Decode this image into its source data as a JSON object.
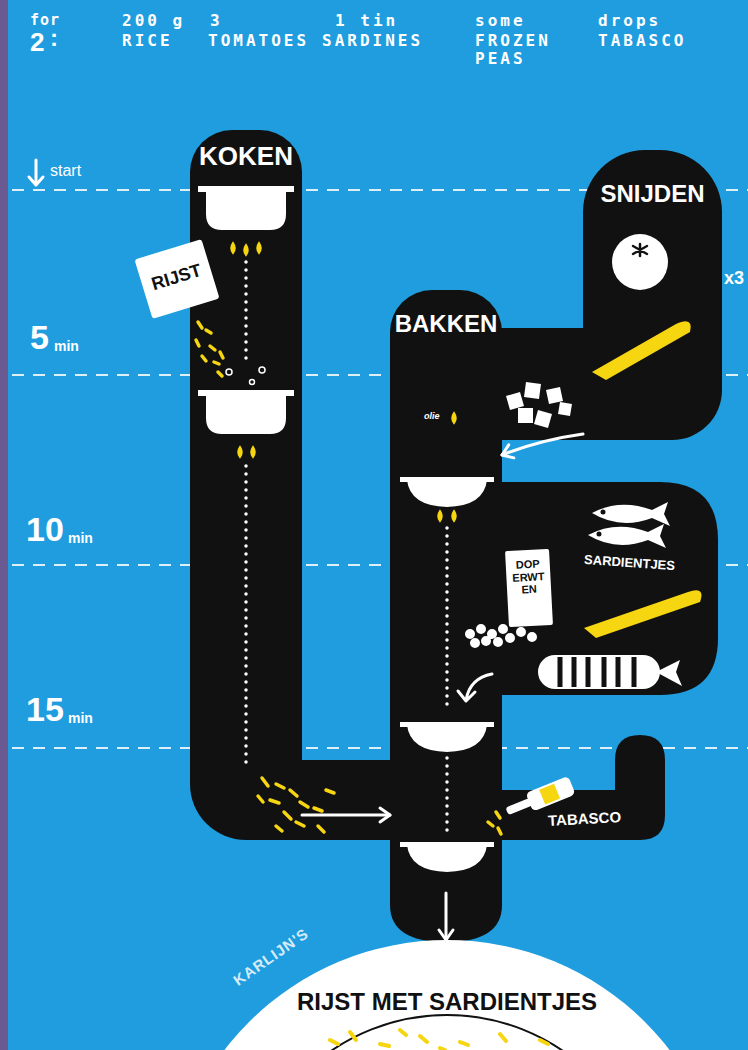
{
  "diagram": {
    "nodes": [
      {
        "text": [
          "KOKEN"
        ]
      },
      {
        "text": [
          "SNIJDEN"
        ]
      },
      {
        "text": [
          "RIJST"
        ]
      },
      {
        "text": [
          "BAKKEN"
        ]
      },
      {
        "text": [
          "DOP ERWT EN"
        ]
      },
      {
        "text": [
          "KARLIJN'S",
          "RIJST MET SARDIENTJES"
        ]
      }
    ],
    "edges": [
      {
        "from": 0,
        "to": 3,
        "arrow": "to"
      },
      {
        "from": 1,
        "to": 3,
        "arrow": "to"
      },
      {
        "from": 3,
        "to": 5,
        "arrow": "to"
      }
    ],
    "labels": [
      "for",
      "2",
      ":",
      "200 g",
      "RICE",
      "3",
      "TOMATOES",
      "1 tin",
      "SARDINES",
      "some",
      "FROZEN PEAS",
      "drops",
      "TABASCO",
      "start",
      "5",
      "min",
      "10",
      "min",
      "15",
      "min",
      "x3",
      "olie",
      "SARDIENTJES",
      "TABASCO"
    ]
  }
}
